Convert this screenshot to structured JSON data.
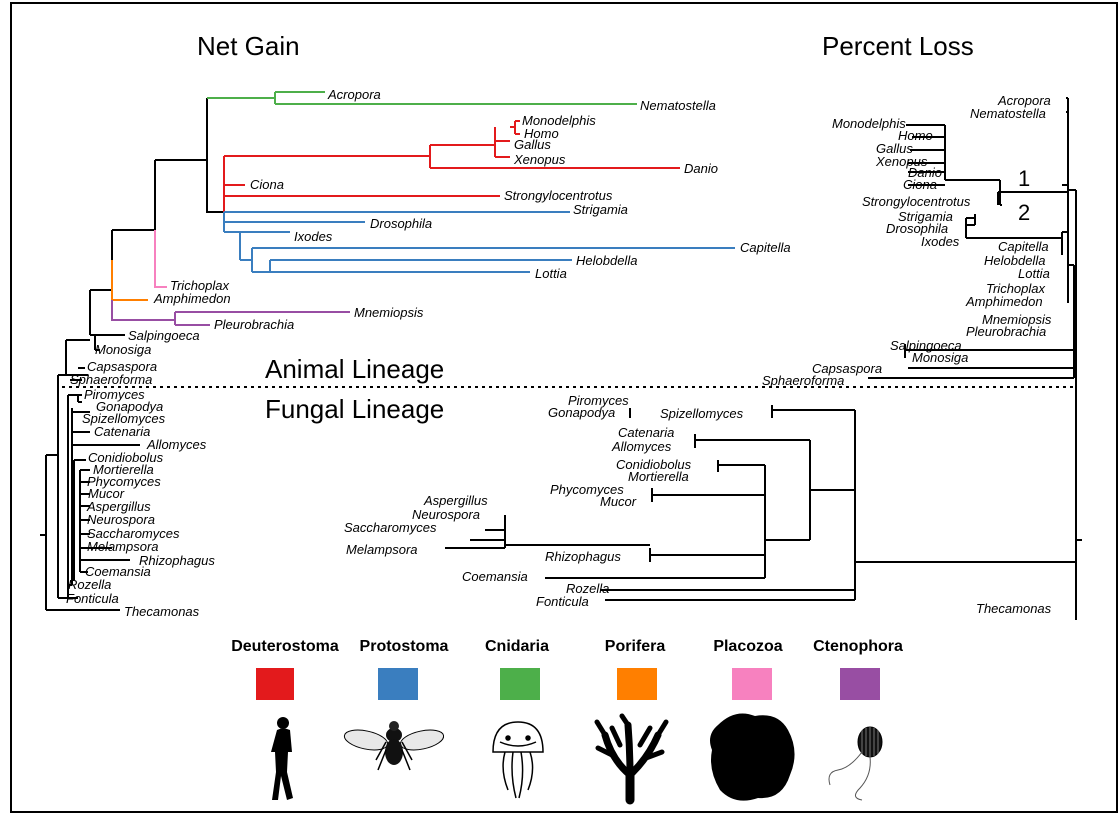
{
  "titles": {
    "net_gain": "Net Gain",
    "percent_loss": "Percent Loss",
    "animal_lineage": "Animal Lineage",
    "fungal_lineage": "Fungal Lineage"
  },
  "colors": {
    "deuterostoma": "#e31a1c",
    "protostoma": "#3a7ebf",
    "cnidaria": "#4daf4a",
    "porifera": "#ff7f00",
    "placozoa": "#f781bf",
    "ctenophora": "#984ea3",
    "branch": "#000000"
  },
  "net_gain_taxa": {
    "acropora": "Acropora",
    "nematostella": "Nematostella",
    "monodelphis": "Monodelphis",
    "homo": "Homo",
    "gallus": "Gallus",
    "xenopus": "Xenopus",
    "danio": "Danio",
    "ciona": "Ciona",
    "strongylocentrotus": "Strongylocentrotus",
    "strigamia": "Strigamia",
    "drosophila": "Drosophila",
    "ixodes": "Ixodes",
    "capitella": "Capitella",
    "helobdella": "Helobdella",
    "lottia": "Lottia",
    "trichoplax": "Trichoplax",
    "amphimedon": "Amphimedon",
    "mnemiopsis": "Mnemiopsis",
    "pleurobrachia": "Pleurobrachia",
    "salpingoeca": "Salpingoeca",
    "monosiga": "Monosiga",
    "capsaspora": "Capsaspora",
    "sphaeroforma": "Sphaeroforma",
    "piromyces": "Piromyces",
    "gonapodya": "Gonapodya",
    "spizellomyces": "Spizellomyces",
    "catenaria": "Catenaria",
    "allomyces": "Allomyces",
    "conidiobolus": "Conidiobolus",
    "mortierella": "Mortierella",
    "phycomyces": "Phycomyces",
    "mucor": "Mucor",
    "aspergillus": "Aspergillus",
    "neurospora": "Neurospora",
    "saccharomyces": "Saccharomyces",
    "melampsora": "Melampsora",
    "rhizophagus": "Rhizophagus",
    "coemansia": "Coemansia",
    "rozella": "Rozella",
    "fonticula": "Fonticula",
    "thecamonas": "Thecamonas"
  },
  "net_loss_taxa": {
    "acropora": "Acropora",
    "nematostella": "Nematostella",
    "monodelphis": "Monodelphis",
    "homo": "Homo",
    "gallus": "Gallus",
    "xenopus": "Xenopus",
    "danio": "Danio",
    "ciona": "Ciona",
    "strongylocentrotus": "Strongylocentrotus",
    "strigamia": "Strigamia",
    "drosophila": "Drosophila",
    "ixodes": "Ixodes",
    "capitella": "Capitella",
    "helobdella": "Helobdella",
    "lottia": "Lottia",
    "trichoplax": "Trichoplax",
    "amphimedon": "Amphimedon",
    "mnemiopsis": "Mnemiopsis",
    "pleurobrachia": "Pleurobrachia",
    "salpingoeca": "Salpingoeca",
    "monosiga": "Monosiga",
    "capsaspora": "Capsaspora",
    "sphaeroforma": "Sphaeroforma",
    "piromyces": "Piromyces",
    "gonapodya": "Gonapodya",
    "spizellomyces": "Spizellomyces",
    "catenaria": "Catenaria",
    "allomyces": "Allomyces",
    "conidiobolus": "Conidiobolus",
    "mortierella": "Mortierella",
    "phycomyces": "Phycomyces",
    "mucor": "Mucor",
    "aspergillus": "Aspergillus",
    "neurospora": "Neurospora",
    "saccharomyces": "Saccharomyces",
    "melampsora": "Melampsora",
    "rhizophagus": "Rhizophagus",
    "coemansia": "Coemansia",
    "rozella": "Rozella",
    "fonticula": "Fonticula",
    "thecamonas": "Thecamonas"
  },
  "loss_markers": {
    "one": "1",
    "two": "2"
  },
  "legend": [
    {
      "label": "Deuterostoma",
      "color": "#e31a1c",
      "icon": "human-silhouette-icon"
    },
    {
      "label": "Protostoma",
      "color": "#3a7ebf",
      "icon": "fly-icon"
    },
    {
      "label": "Cnidaria",
      "color": "#4daf4a",
      "icon": "jellyfish-icon"
    },
    {
      "label": "Porifera",
      "color": "#ff7f00",
      "icon": "sponge-icon"
    },
    {
      "label": "Placozoa",
      "color": "#f781bf",
      "icon": "placozoa-blob-icon"
    },
    {
      "label": "Ctenophora",
      "color": "#984ea3",
      "icon": "comb-jelly-icon"
    }
  ]
}
